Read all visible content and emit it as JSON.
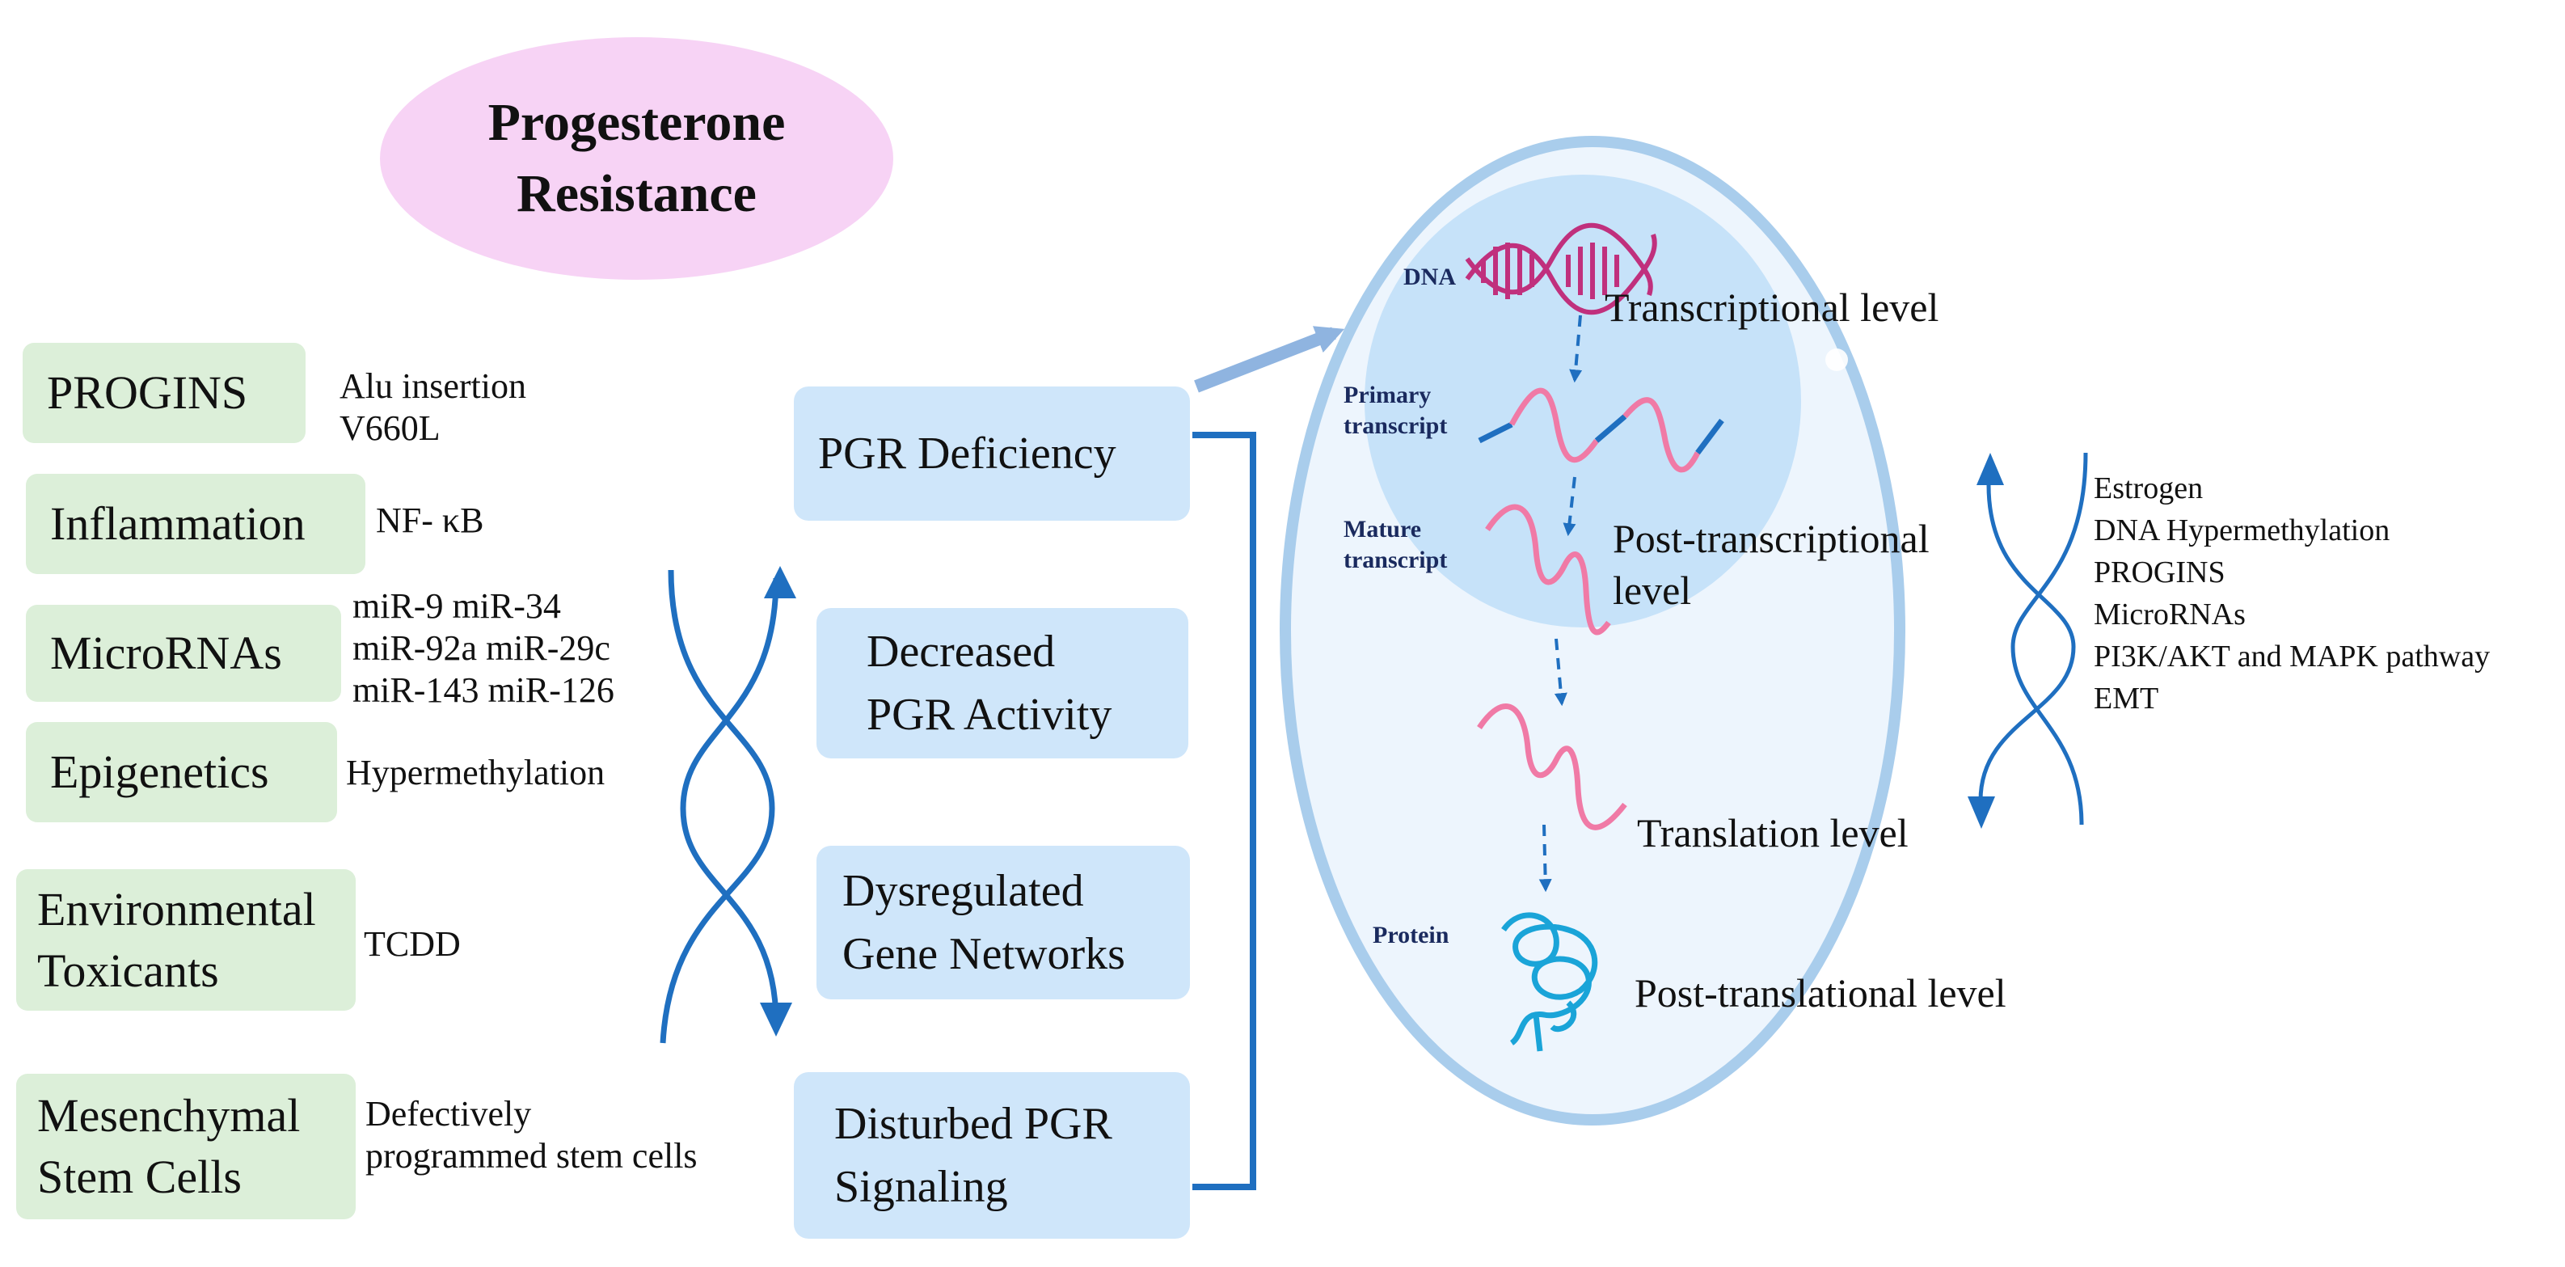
{
  "title": "Progesterone\nResistance",
  "factors": [
    {
      "label": "PROGINS",
      "detail": "Alu insertion\nV660L"
    },
    {
      "label": "Inflammation",
      "detail": "NF- κB"
    },
    {
      "label": "MicroRNAs",
      "detail": "miR-9 miR-34\nmiR-92a  miR-29c\nmiR-143 miR-126"
    },
    {
      "label": "Epigenetics",
      "detail": "Hypermethylation"
    },
    {
      "label": "Environmental\nToxicants",
      "detail": "TCDD"
    },
    {
      "label": "Mesenchymal\nStem Cells",
      "detail": "Defectively\nprogrammed stem cells"
    }
  ],
  "mechanisms": [
    "PGR Deficiency",
    "Decreased\nPGR Activity",
    "Dysregulated\nGene Networks",
    "Disturbed PGR\nSignaling"
  ],
  "cell": {
    "molecules": {
      "dna": "DNA",
      "primary_transcript": "Primary\ntranscript",
      "mature_transcript": "Mature\ntranscript",
      "protein": "Protein"
    },
    "levels": {
      "transcriptional": "Transcriptional level",
      "post_transcriptional": "Post-transcriptional\nlevel",
      "translation": "Translation level",
      "post_translational": "Post-translational level"
    }
  },
  "regulators": "Estrogen\nDNA Hypermethylation\nPROGINS\nMicroRNAs\nPI3K/AKT and MAPK pathway\nEMT",
  "colors": {
    "title_fill": "#f7d3f5",
    "factor_fill": "#dcefd9",
    "mechanism_fill": "#cfe6fa",
    "arrow_blue": "#1f6fc0",
    "cell_outline": "#a9cdec",
    "nucleus_fill": "#c6e2f9",
    "rna_pink": "#f07aa6",
    "protein_cyan": "#1aa4d8",
    "dna_magenta": "#c0307d"
  }
}
